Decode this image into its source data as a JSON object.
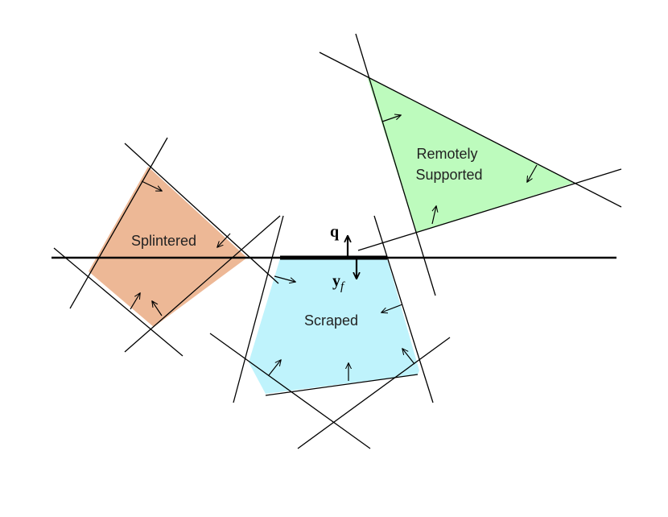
{
  "regions": {
    "splintered": {
      "label": "Splintered",
      "fill": "#EDB896"
    },
    "scraped": {
      "label": "Scraped",
      "fill": "#BFF3FC"
    },
    "remotely_supported": {
      "label_line1": "Remotely",
      "label_line2": "Supported",
      "fill": "#BDFBBD"
    }
  },
  "vectors": {
    "q": {
      "label": "q"
    },
    "y_f": {
      "label": "y",
      "subscript": "f"
    }
  }
}
